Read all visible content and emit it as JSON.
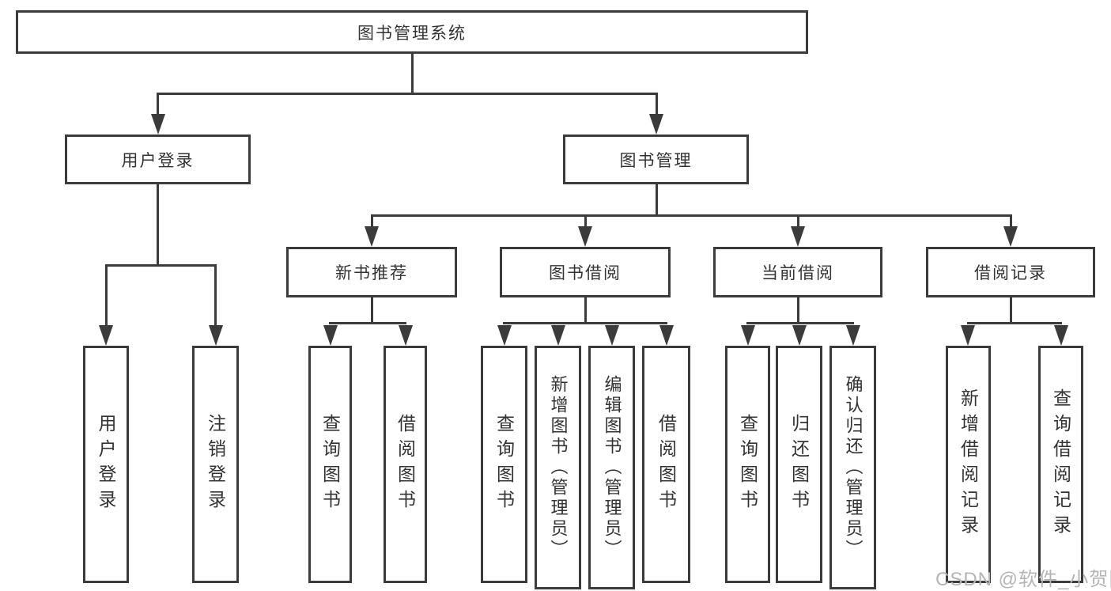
{
  "diagram": {
    "title": "图书管理系统",
    "tree": {
      "root": {
        "label": "图书管理系统",
        "children": [
          {
            "label": "用户登录",
            "children": [
              {
                "label": "用户登录"
              },
              {
                "label": "注销登录"
              }
            ]
          },
          {
            "label": "图书管理",
            "children": [
              {
                "label": "新书推荐",
                "children": [
                  {
                    "label": "查询图书"
                  },
                  {
                    "label": "借阅图书"
                  }
                ]
              },
              {
                "label": "图书借阅",
                "children": [
                  {
                    "label": "查询图书"
                  },
                  {
                    "label": "新增图书（管理员）"
                  },
                  {
                    "label": "编辑图书（管理员）"
                  },
                  {
                    "label": "借阅图书"
                  }
                ]
              },
              {
                "label": "当前借阅",
                "children": [
                  {
                    "label": "查询图书"
                  },
                  {
                    "label": "归还图书"
                  },
                  {
                    "label": "确认归还（管理员）"
                  }
                ]
              },
              {
                "label": "借阅记录",
                "children": [
                  {
                    "label": "新增借阅记录"
                  },
                  {
                    "label": "查询借阅记录"
                  }
                ]
              }
            ]
          }
        ]
      }
    }
  },
  "watermark": {
    "text": "CSDN @软件_小贺同学",
    "color": "#b5b5b5"
  },
  "colors": {
    "line": "#3b3b3b",
    "text": "#333333",
    "background": "#ffffff"
  }
}
